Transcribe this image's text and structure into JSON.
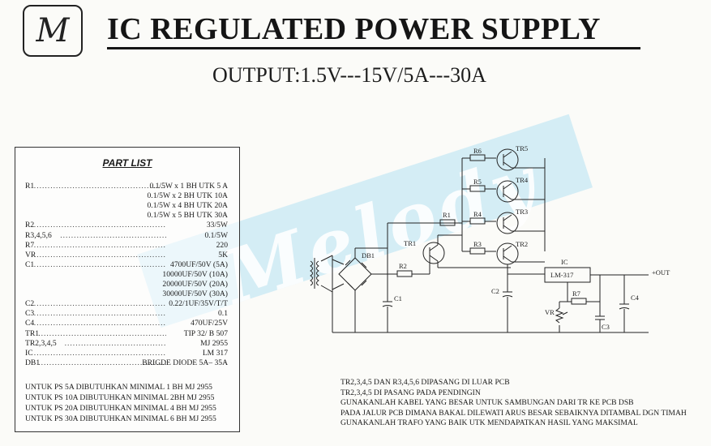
{
  "header": {
    "logo_letter": "M",
    "title": "IC  REGULATED POWER SUPPLY",
    "subtitle": "OUTPUT:1.5V---15V/5A---30A"
  },
  "watermark": {
    "text": "Melody",
    "color": "#cdeaf5"
  },
  "part_list": {
    "title": "PART LIST",
    "rows": [
      {
        "label": "R1",
        "value": "0.1/5W x 1 BH UTK 5 A"
      },
      {
        "label": "",
        "value": "0.1/5W x 2 BH UTK 10A"
      },
      {
        "label": "",
        "value": "0.1/5W x 4 BH UTK 20A"
      },
      {
        "label": "",
        "value": "0.1/5W x 5 BH UTK 30A"
      },
      {
        "label": "R2",
        "value": "33/5W"
      },
      {
        "label": "R3,4,5,6",
        "value": "0.1/5W"
      },
      {
        "label": "R7",
        "value": "220"
      },
      {
        "label": "VR",
        "value": "5K"
      },
      {
        "label": "C1",
        "value": "4700UF/50V (5A)"
      },
      {
        "label": "",
        "value": "10000UF/50V (10A)"
      },
      {
        "label": "",
        "value": "20000UF/50V (20A)"
      },
      {
        "label": "",
        "value": "30000UF/50V (30A)"
      },
      {
        "label": "C2",
        "value": "0.22/1UF/35V/T/T"
      },
      {
        "label": "C3",
        "value": "0.1"
      },
      {
        "label": "C4",
        "value": "470UF/25V"
      },
      {
        "label": "TR1",
        "value": "TIP 32/ B 507"
      },
      {
        "label": "TR2,3,4,5",
        "value": "MJ 2955"
      },
      {
        "label": "IC",
        "value": "LM 317"
      },
      {
        "label": "DB1",
        "value": "BRIGDE DIODE 5A– 35A"
      }
    ],
    "notes": [
      "UNTUK PS 5A DIBUTUHKAN MINIMAL 1 BH   MJ 2955",
      "UNTUK PS 10A DIBUTUHKAN MINIMAL 2BH   MJ 2955",
      "UNTUK PS 20A DIBUTUHKAN MINIMAL 4 BH MJ 2955",
      "UNTUK PS 30A DIBUTUHKAN MINIMAL 6 BH MJ 2955"
    ]
  },
  "schematic": {
    "labels": {
      "r6": "R6",
      "r5": "R5",
      "r4": "R4",
      "r3": "R3",
      "r1": "R1",
      "r2": "R2",
      "r7": "R7",
      "tr1": "TR1",
      "tr2": "TR2",
      "tr3": "TR3",
      "tr4": "TR4",
      "tr5": "TR5",
      "db1": "DB1",
      "c1": "C1",
      "c2": "C2",
      "c3": "C3",
      "c4": "C4",
      "vr": "VR",
      "ic": "IC",
      "ic_part": "LM-317",
      "out": "+OUT"
    }
  },
  "notes": [
    "TR2,3,4,5 DAN R3,4,5,6 DIPASANG DI LUAR PCB",
    "TR2,3,4,5 DI PASANG PADA PENDINGIN",
    "GUNAKANLAH KABEL YANG BESAR UNTUK SAMBUNGAN DARI TR KE PCB DSB",
    "PADA JALUR PCB DIMANA BAKAL DILEWATI ARUS BESAR SEBAIKNYA DITAMBAL DGN TIMAH",
    "GUNAKANLAH TRAFO YANG BAIK UTK MENDAPATKAN HASIL YANG MAKSIMAL"
  ]
}
